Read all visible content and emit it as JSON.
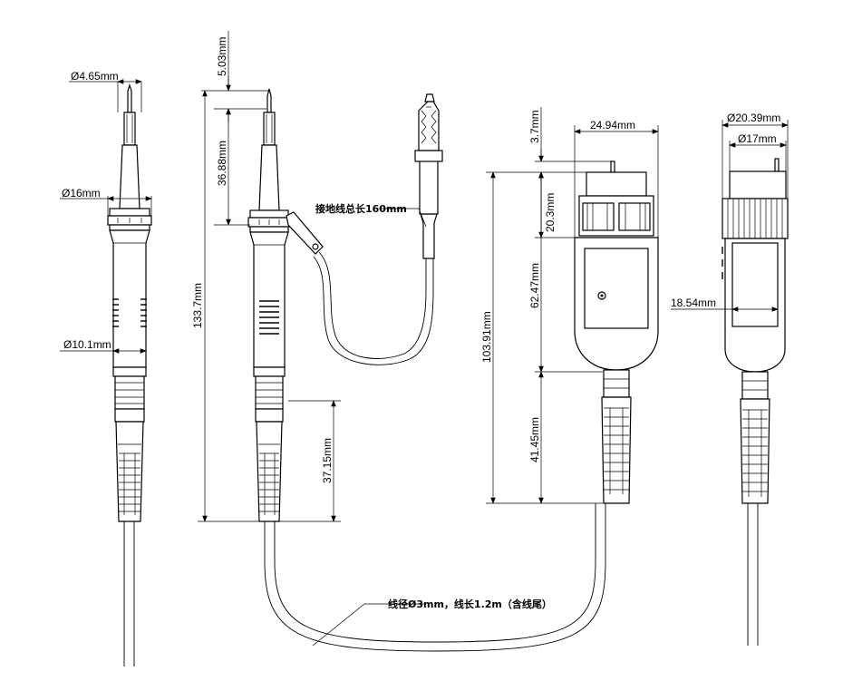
{
  "labels": {
    "probe_a_tip_diameter": "Ø4.65mm",
    "probe_a_collar_diameter": "Ø16mm",
    "probe_a_body_diameter": "Ø10.1mm",
    "probe_b_tip_extension": "5.03mm",
    "probe_b_tip_length": "36.88mm",
    "probe_b_total_length": "133.7mm",
    "probe_b_boot_length": "37.15mm",
    "ground_lead_note": "接地线总长160mm",
    "bnc_pin_length": "3.7mm",
    "bnc_width": "24.94mm",
    "bnc_nut_height": "20.3mm",
    "bnc_body_height": "62.47mm",
    "bnc_total_height": "103.91mm",
    "bnc_boot_height": "41.45mm",
    "side_outer_diameter": "Ø20.39mm",
    "side_inner_diameter": "Ø17mm",
    "side_thickness": "18.54mm",
    "cable_note": "线径Ø3mm，线长1.2m（含线尾）"
  }
}
